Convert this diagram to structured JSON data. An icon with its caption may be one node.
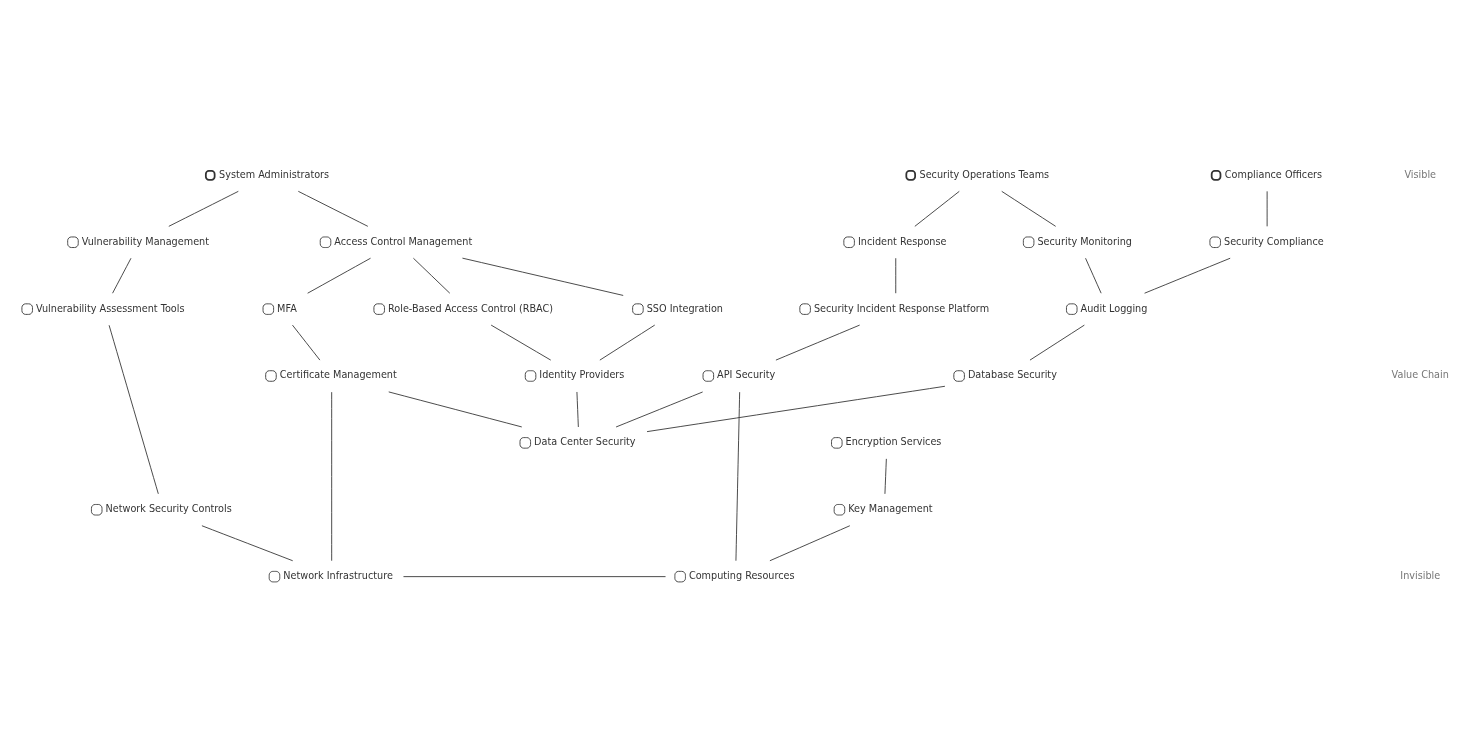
{
  "diagram": {
    "nodes": [
      {
        "text": [],
        "shape": "person",
        "beside": [
          "System Administrators"
        ]
      },
      {
        "text": [],
        "shape": "person",
        "beside": [
          "Security Operations Teams"
        ]
      },
      {
        "text": [],
        "shape": "person",
        "beside": [
          "Compliance Officers"
        ]
      },
      {
        "text": [],
        "shape": "circle",
        "beside": [
          "Vulnerability Management"
        ]
      },
      {
        "text": [],
        "shape": "circle",
        "beside": [
          "Access Control Management"
        ]
      },
      {
        "text": [],
        "shape": "circle",
        "beside": [
          "Incident Response"
        ]
      },
      {
        "text": [],
        "shape": "circle",
        "beside": [
          "Security Monitoring"
        ]
      },
      {
        "text": [],
        "shape": "circle",
        "beside": [
          "Security Compliance"
        ]
      },
      {
        "text": [],
        "shape": "circle",
        "beside": [
          "MFA"
        ]
      },
      {
        "text": [],
        "shape": "circle",
        "beside": [
          "Role-Based Access Control (RBAC)"
        ]
      },
      {
        "text": [],
        "shape": "circle",
        "beside": [
          "SSO Integration"
        ]
      },
      {
        "text": [],
        "shape": "circle",
        "beside": [
          "Security Incident Response Platform"
        ]
      },
      {
        "text": [],
        "shape": "circle",
        "beside": [
          "Audit Logging"
        ]
      },
      {
        "text": [],
        "shape": "circle",
        "beside": [
          "Database Security"
        ]
      },
      {
        "text": [],
        "shape": "circle",
        "beside": [
          "API Security"
        ]
      },
      {
        "text": [],
        "shape": "circle",
        "beside": [
          "Identity Providers"
        ]
      },
      {
        "text": [],
        "shape": "circle",
        "beside": [
          "Vulnerability Assessment Tools"
        ]
      },
      {
        "text": [],
        "shape": "circle",
        "beside": [
          "Encryption Services"
        ]
      },
      {
        "text": [],
        "shape": "circle",
        "beside": [
          "Key Management"
        ]
      },
      {
        "text": [],
        "shape": "circle",
        "beside": [
          "Network Security Controls"
        ]
      },
      {
        "text": [],
        "shape": "circle",
        "beside": [
          "Certificate Management"
        ]
      },
      {
        "text": [],
        "shape": "circle",
        "beside": [
          "Data Center Security"
        ]
      },
      {
        "text": [],
        "shape": "circle",
        "beside": [
          "Network Infrastructure"
        ]
      },
      {
        "text": [],
        "shape": "circle",
        "beside": [
          "Computing Resources"
        ]
      }
    ],
    "edges": [
      {
        "from": 0,
        "to": 3,
        "arrow": "none"
      },
      {
        "from": 0,
        "to": 4,
        "arrow": "none"
      },
      {
        "from": 4,
        "to": 8,
        "arrow": "none"
      },
      {
        "from": 4,
        "to": 9,
        "arrow": "none"
      },
      {
        "from": 4,
        "to": 10,
        "arrow": "none"
      },
      {
        "from": 1,
        "to": 5,
        "arrow": "none"
      },
      {
        "from": 1,
        "to": 6,
        "arrow": "none"
      },
      {
        "from": 2,
        "to": 7,
        "arrow": "none"
      },
      {
        "from": 5,
        "to": 11,
        "arrow": "none"
      },
      {
        "from": 6,
        "to": 12,
        "arrow": "none"
      },
      {
        "from": 7,
        "to": 12,
        "arrow": "none"
      },
      {
        "from": 3,
        "to": 16,
        "arrow": "none"
      },
      {
        "from": 8,
        "to": 20,
        "arrow": "none"
      },
      {
        "from": 9,
        "to": 15,
        "arrow": "none"
      },
      {
        "from": 10,
        "to": 15,
        "arrow": "none"
      },
      {
        "from": 11,
        "to": 14,
        "arrow": "none"
      },
      {
        "from": 12,
        "to": 13,
        "arrow": "none"
      },
      {
        "from": 16,
        "to": 19,
        "arrow": "none"
      },
      {
        "from": 19,
        "to": 22,
        "arrow": "none"
      },
      {
        "from": 20,
        "to": 22,
        "arrow": "none"
      },
      {
        "from": 20,
        "to": 21,
        "arrow": "none"
      },
      {
        "from": 15,
        "to": 21,
        "arrow": "none"
      },
      {
        "from": 14,
        "to": 21,
        "arrow": "none"
      },
      {
        "from": 14,
        "to": 23,
        "arrow": "none"
      },
      {
        "from": 13,
        "to": 21,
        "arrow": "none"
      },
      {
        "from": 22,
        "to": 23,
        "arrow": "none"
      },
      {
        "from": 17,
        "to": 18,
        "arrow": "none"
      },
      {
        "from": 18,
        "to": 23,
        "arrow": "none"
      }
    ],
    "labels": [
      "Visible",
      "Value Chain",
      "Invisible"
    ]
  }
}
